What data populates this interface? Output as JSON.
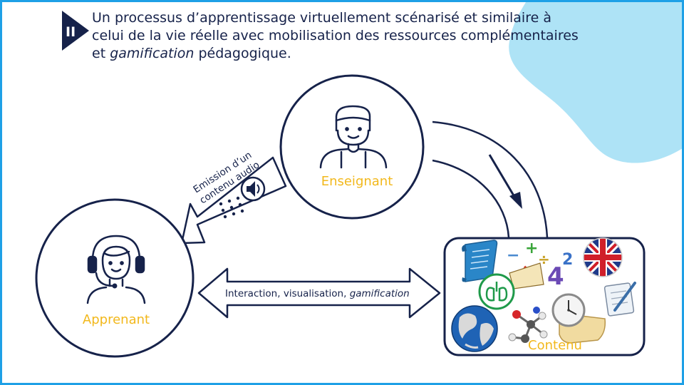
{
  "slide": {
    "section_number": "II",
    "title_line1": "Un processus d’apprentissage virtuellement scénarisé et similaire à",
    "title_line2": "celui de la vie réelle avec mobilisation des ressources complémentaires",
    "title_line3_start": "et ",
    "title_line3_italic": "gamification",
    "title_line3_end": " pédagogique."
  },
  "nodes": {
    "teacher_label": "Enseignant",
    "learner_label": "Apprenant",
    "content_label": "Contenu"
  },
  "arrows": {
    "audio_line1": "Emission d’un",
    "audio_line2": "contenu audio",
    "interaction_text": "Interaction, visualisation, ",
    "interaction_italic": "gamification"
  },
  "colors": {
    "navy": "#16224a",
    "frame": "#1ea0e6",
    "label_gold": "#f2b81c",
    "blob": "#aee3f6"
  },
  "icons": [
    "teacher-avatar-icon",
    "learner-headset-icon",
    "speaker-icon",
    "scroll-icon",
    "math-symbols-icon",
    "uk-flag-icon",
    "lungs-icon",
    "molecule-icon",
    "globe-icon",
    "clock-icon",
    "notepad-icon"
  ]
}
